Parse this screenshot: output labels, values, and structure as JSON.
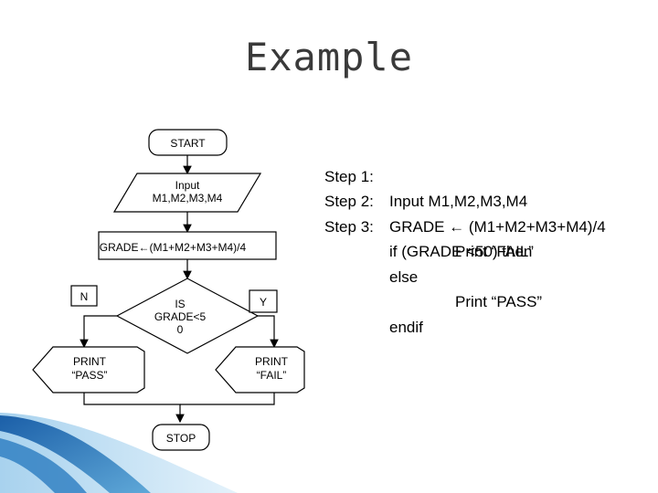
{
  "title": "Example",
  "flowchart": {
    "start": "START",
    "input_line1": "Input",
    "input_line2": "M1,M2,M3,M4",
    "compute": "GRADE←(M1+M2+M3+M4)/4",
    "decision_line1": "IS",
    "decision_line2": "GRADE<5",
    "decision_line3": "0",
    "no_label": "N",
    "yes_label": "Y",
    "print_pass_line1": "PRINT",
    "print_pass_line2": "“PASS”",
    "print_fail_line1": "PRINT",
    "print_fail_line2": "“FAIL”",
    "stop": "STOP"
  },
  "pseudocode": {
    "step1_label": "Step 1:",
    "step1_text": "Input M1,M2,M3,M4",
    "step2_label": "Step 2:",
    "step2_text": "GRADE ← (M1+M2+M3+M4)/4",
    "step3_label": "Step 3:",
    "step3_text": "if (GRADE <50) then",
    "then_text": "Print “FAIL”",
    "else_text": "else",
    "else_body": "Print “PASS”",
    "endif_text": "endif"
  },
  "colors": {
    "shape_fill": "#ffffff",
    "shape_stroke": "#000000",
    "accent_blue": "#1f6fb4"
  }
}
